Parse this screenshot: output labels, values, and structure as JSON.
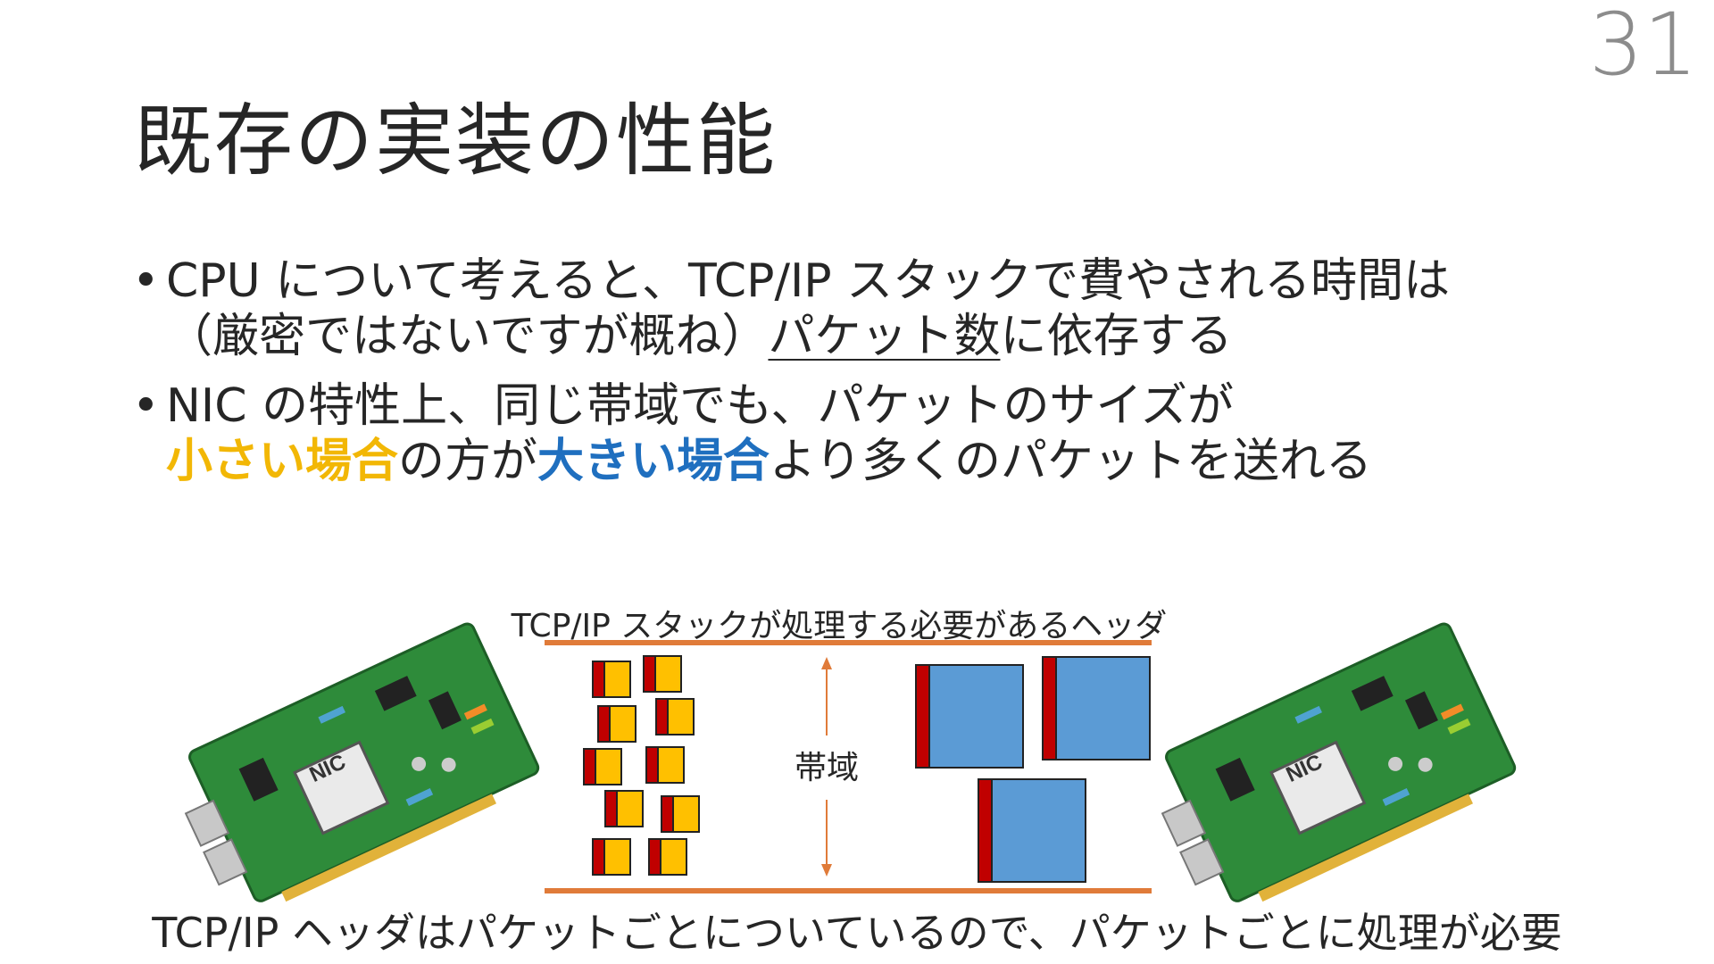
{
  "slide": {
    "page_number": "31",
    "title": "既存の実装の性能"
  },
  "bullets": {
    "b1_line1": "CPU について考えると、TCP/IP スタックで費やされる時間は",
    "b1_line2_pre": "（厳密ではないですが概ね）",
    "b1_line2_underlined": "パケット数",
    "b1_line2_post": "に依存する",
    "b2_line1": "NIC の特性上、同じ帯域でも、パケットのサイズが",
    "b2_small": "小さい場合",
    "b2_mid": "の方が",
    "b2_large": "大きい場合",
    "b2_post": "より多くのパケットを送れる"
  },
  "diagram": {
    "caption": "TCP/IP スタックが処理する必要があるヘッダ",
    "bandwidth_label": "帯域",
    "nic_label_left": "NIC",
    "nic_label_right": "NIC",
    "colors": {
      "pipe": "#e07b39",
      "small_packet": "#ffc000",
      "large_packet": "#5b9bd5",
      "header": "#c00000",
      "pcb": "#2e8b3a",
      "bandwidth_arrow": "#e07b39"
    }
  },
  "footer": {
    "caption": "TCP/IP ヘッダはパケットごとについているので、パケットごとに処理が必要"
  },
  "colors": {
    "accent_small": "#f2b705",
    "accent_large": "#1f6fbf",
    "page_number": "#8c8c8c"
  }
}
